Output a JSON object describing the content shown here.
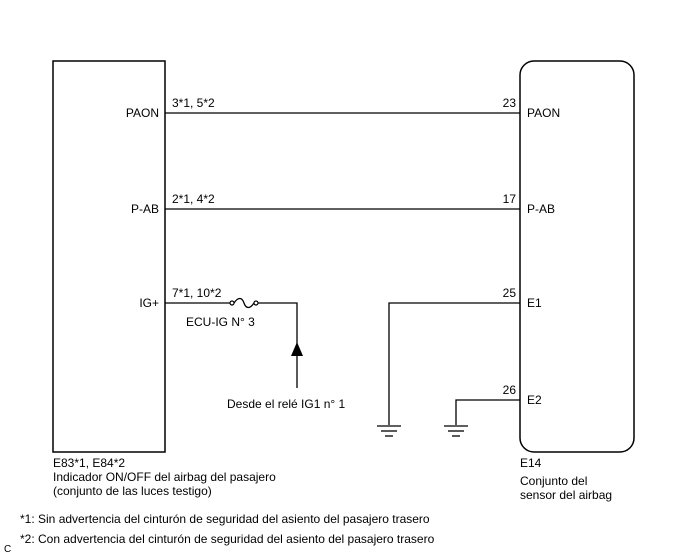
{
  "left_block": {
    "code": "E83*1, E84*2",
    "name_line1": "Indicador ON/OFF del airbag del pasajero",
    "name_line2": "(conjunto de las luces testigo)",
    "pins": {
      "paon": "PAON",
      "pab": "P-AB",
      "ig": "IG+"
    },
    "pin_numbers": {
      "paon": "3*1, 5*2",
      "pab": "2*1, 4*2",
      "ig": "7*1, 10*2"
    }
  },
  "right_block": {
    "code": "E14",
    "name_line1": "Conjunto del",
    "name_line2": "sensor del airbag",
    "pins": {
      "paon": "PAON",
      "pab": "P-AB",
      "e1": "E1",
      "e2": "E2"
    },
    "pin_numbers": {
      "paon": "23",
      "pab": "17",
      "e1": "25",
      "e2": "26"
    }
  },
  "fuse_label": "ECU-IG N° 3",
  "source_label": "Desde el relé IG1 n° 1",
  "notes": {
    "note1": "*1: Sin advertencia del cinturón de seguridad del asiento del pasajero trasero",
    "note2": "*2: Con advertencia del cinturón de seguridad del asiento del pasajero trasero"
  },
  "corner_mark": "C"
}
